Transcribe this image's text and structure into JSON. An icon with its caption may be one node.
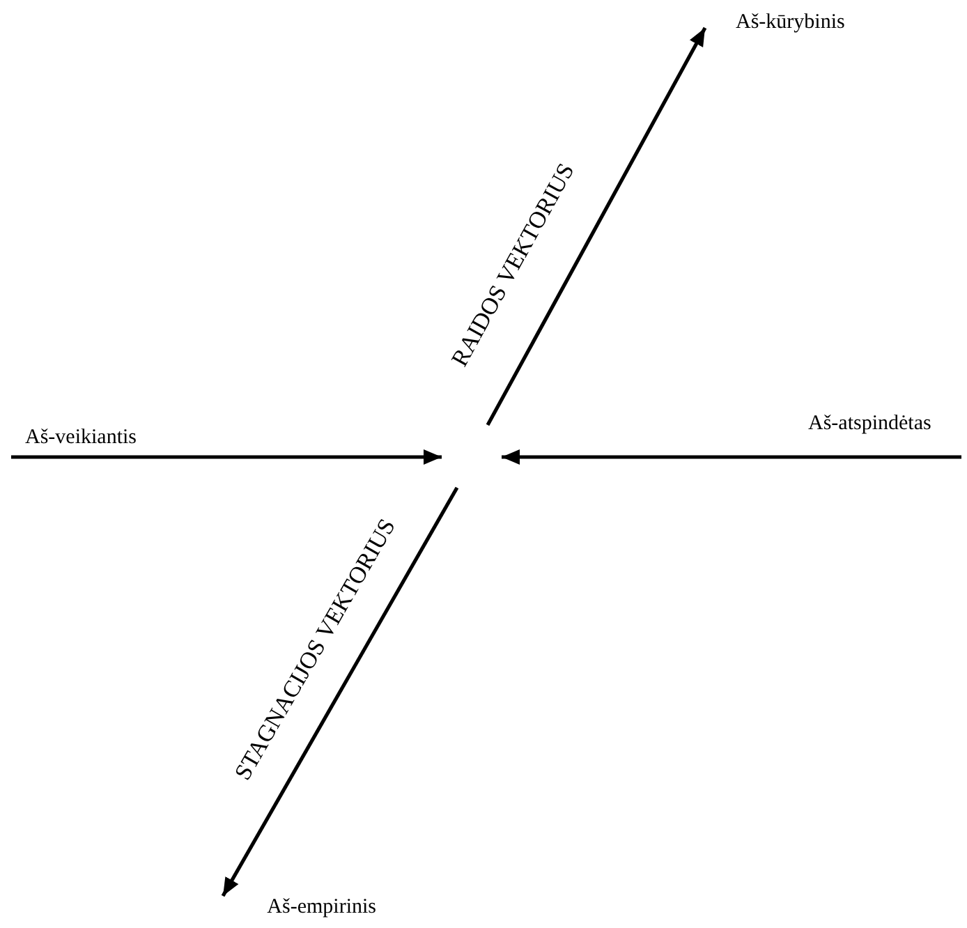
{
  "diagram": {
    "nodes": [
      {
        "text": [
          "Aš-kūrybinis"
        ]
      },
      {
        "text": [
          "Aš-veikiantis"
        ]
      },
      {
        "text": [
          "Aš-atspindėtas"
        ]
      },
      {
        "text": [
          "Aš-empirinis"
        ]
      }
    ],
    "edges": [
      {
        "from": 1,
        "to": null,
        "arrow": "to"
      },
      {
        "from": 2,
        "to": null,
        "arrow": "to"
      },
      {
        "from": null,
        "to": 0,
        "arrow": "to",
        "label": "RAIDOS VEKTORIUS"
      },
      {
        "from": null,
        "to": 3,
        "arrow": "to",
        "label": "STAGNACIJOS VEKTORIUS"
      }
    ]
  }
}
